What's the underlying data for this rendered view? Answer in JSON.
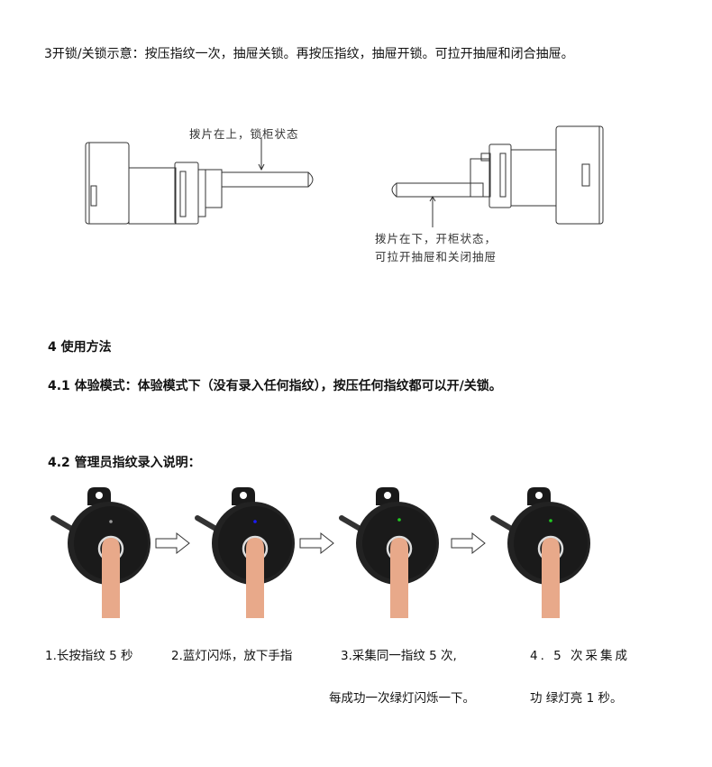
{
  "section3": {
    "text": "3开锁/关锁示意：按压指纹一次，抽屉关锁。再按压指纹，抽屉开锁。可拉开抽屉和闭合抽屉。",
    "diagram_locked": {
      "label": "拨片在上，锁柜状态"
    },
    "diagram_unlocked": {
      "label_line1": "拨片在下，开柜状态，",
      "label_line2": "可拉开抽屉和关闭抽屉"
    }
  },
  "section4": {
    "title": "4 使用方法",
    "s41": "4.1 体验模式：体验模式下（没有录入任何指纹），按压任何指纹都可以开/关锁。",
    "s42": "4.2 管理员指纹录入说明："
  },
  "steps": [
    {
      "led_color": "#9a9a9a",
      "caption": "1.长按指纹 5 秒",
      "caption2": ""
    },
    {
      "led_color": "#1a1aff",
      "caption": "2.蓝灯闪烁，放下手指",
      "caption2": ""
    },
    {
      "led_color": "#22cc22",
      "caption": "3.采集同一指纹 5 次,",
      "caption2": "每成功一次绿灯闪烁一下。"
    },
    {
      "led_color": "#22cc22",
      "caption": "4. 5 次采集成",
      "caption2": "功 绿灯亮 1 秒。"
    }
  ]
}
